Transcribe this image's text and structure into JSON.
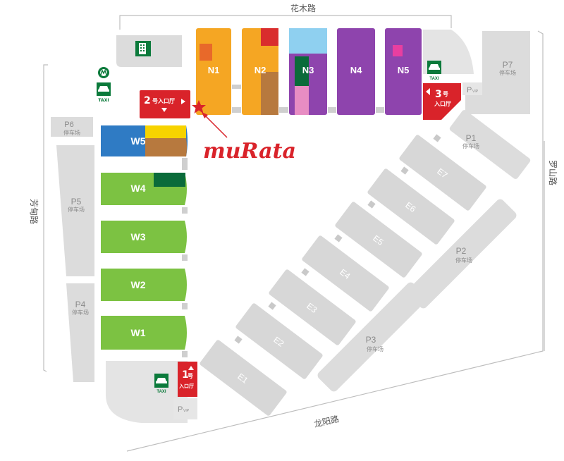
{
  "roads": {
    "north": "花木路",
    "east": "罗山路",
    "south": "龙阳路",
    "west": "芳甸路"
  },
  "halls_north": [
    {
      "id": "n1",
      "label": "N1",
      "color": "#f5a623"
    },
    {
      "id": "n2",
      "label": "N2",
      "color": "#f5a623"
    },
    {
      "id": "n3",
      "label": "N3",
      "color": "#8e44ad"
    },
    {
      "id": "n4",
      "label": "N4",
      "color": "#8e44ad"
    },
    {
      "id": "n5",
      "label": "N5",
      "color": "#8e44ad"
    }
  ],
  "halls_west": [
    {
      "id": "w5",
      "label": "W5",
      "color": "#2f7bc4"
    },
    {
      "id": "w4",
      "label": "W4",
      "color": "#7cc242"
    },
    {
      "id": "w3",
      "label": "W3",
      "color": "#7cc242"
    },
    {
      "id": "w2",
      "label": "W2",
      "color": "#7cc242"
    },
    {
      "id": "w1",
      "label": "W1",
      "color": "#7cc242"
    }
  ],
  "halls_east": [
    "E7",
    "E6",
    "E5",
    "E4",
    "E3",
    "E2",
    "E1"
  ],
  "parking": {
    "p1": {
      "code": "P1",
      "text": "停车场"
    },
    "p2": {
      "code": "P2",
      "text": "停车场"
    },
    "p3": {
      "code": "P3",
      "text": "停车场"
    },
    "p4": {
      "code": "P4",
      "text": "停车场"
    },
    "p5": {
      "code": "P5",
      "text": "停车场"
    },
    "p6": {
      "code": "P6",
      "text": "停车场"
    },
    "p7": {
      "code": "P7",
      "text": "停车场"
    },
    "pvip_ne": {
      "code": "P",
      "sub": "VIP"
    },
    "pvip_s": {
      "code": "P",
      "sub": "VIP"
    }
  },
  "entrances": {
    "e2": {
      "num": "2",
      "text": "号入口厅"
    },
    "e3": {
      "num": "3",
      "text": "号",
      "text2": "入口厅"
    },
    "e1": {
      "num": "1",
      "text": "号",
      "text2": "入口厅"
    }
  },
  "taxi_label": "TAXI",
  "brand": {
    "text": "muRata",
    "color": "#d9232a"
  },
  "colors": {
    "entrance": "#d9232a",
    "hall_gray": "#d7d7d7",
    "taxi_green": "#0b7a3b"
  },
  "icons": [
    "metro-icon",
    "taxi-icon",
    "building-icon",
    "star-marker-icon",
    "arrow-pointer-icon"
  ]
}
